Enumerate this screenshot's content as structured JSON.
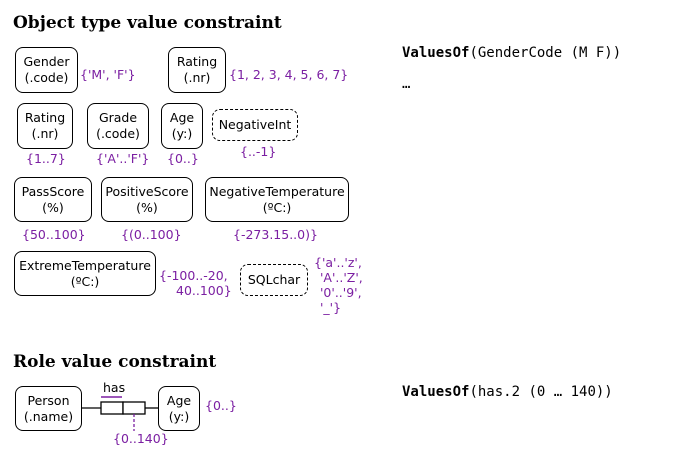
{
  "headings": {
    "object_type": "Object type value constraint",
    "role": "Role value constraint"
  },
  "object_types": {
    "gender": {
      "name": "Gender",
      "ref": "(.code)",
      "constraint": "{'M', 'F'}"
    },
    "rating1": {
      "name": "Rating",
      "ref": "(.nr)",
      "constraint": "{1, 2, 3, 4, 5, 6, 7}"
    },
    "rating2": {
      "name": "Rating",
      "ref": "(.nr)",
      "constraint": "{1..7}"
    },
    "grade": {
      "name": "Grade",
      "ref": "(.code)",
      "constraint": "{'A'..'F'}"
    },
    "age1": {
      "name": "Age",
      "ref": "(y:)",
      "constraint": "{0..}"
    },
    "negative_int": {
      "name": "NegativeInt",
      "constraint": "{..-1}"
    },
    "pass_score": {
      "name": "PassScore",
      "ref": "(%)",
      "constraint": "{50..100}"
    },
    "positive_score": {
      "name": "PositiveScore",
      "ref": "(%)",
      "constraint": "{(0..100}"
    },
    "negative_temperature": {
      "name": "NegativeTemperature",
      "ref": "(ºC:)",
      "constraint": "{-273.15..0)}"
    },
    "extreme_temperature": {
      "name": "ExtremeTemperature",
      "ref": "(ºC:)",
      "constraint_line1": "{-100..-20,",
      "constraint_line2": "40..100}"
    },
    "sqlchar": {
      "name": "SQLchar",
      "constraint_lines": [
        "{'a'..'z',",
        "'A'..'Z',",
        "'0'..'9',",
        "'_'}"
      ]
    }
  },
  "role_example": {
    "person": {
      "name": "Person",
      "ref": "(.name)"
    },
    "age": {
      "name": "Age",
      "ref": "(y:)",
      "constraint": "{0..}"
    },
    "fact_label": "has",
    "role_constraint": "{0..140}"
  },
  "code": {
    "line1_keyword": "ValuesOf",
    "line1_args": "(GenderCode (M F))",
    "line2": "…",
    "line3_keyword": "ValuesOf",
    "line3_args": "(has.2 (0 … 140))"
  },
  "colors": {
    "constraint": "#7b1fa2",
    "line": "#000000"
  }
}
